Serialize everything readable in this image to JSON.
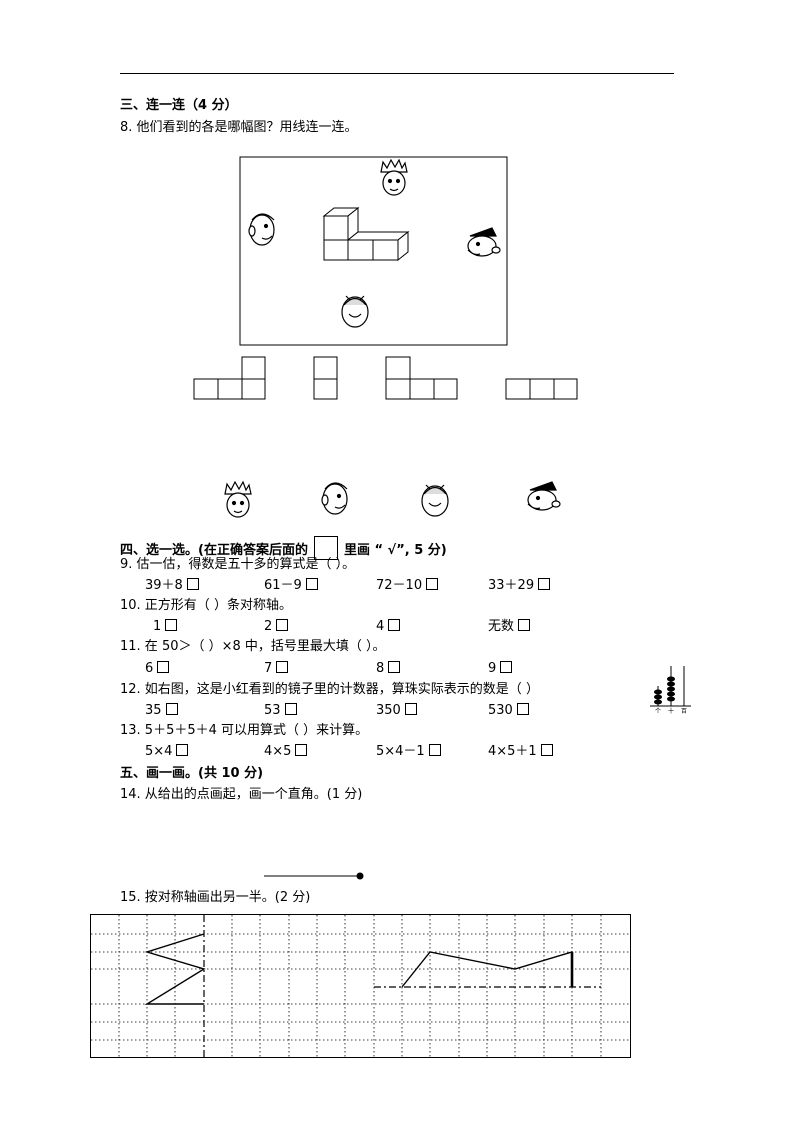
{
  "section3": {
    "title": "三、连一连（4 分）",
    "q8": "8.  他们看到的各是哪幅图？用线连一连。"
  },
  "section4": {
    "title_pre": "四、选一选。(在正确答案后面的",
    "title_post": "里画 “ √”, 5 分)",
    "q9": {
      "text": "9.  估一估，得数是五十多的算式是（      ）。",
      "options": [
        "39＋8",
        "61－9",
        "72－10",
        "33＋29"
      ]
    },
    "q10": {
      "text": "10.  正方形有（      ）条对称轴。",
      "options": [
        "1",
        "2",
        "4",
        "无数"
      ]
    },
    "q11": {
      "text": "11. 在 50＞（      ）×8 中，括号里最大填（      ）。",
      "options": [
        "6",
        "7",
        "8",
        "9"
      ]
    },
    "q12": {
      "text": "12. 如右图，这是小红看到的镜子里的计数器，算珠实际表示的数是（      ）",
      "options": [
        "35",
        "53",
        "350",
        "530"
      ],
      "abacus_labels": [
        "个",
        "十",
        "百"
      ]
    },
    "q13": {
      "text": "13. 5＋5＋5＋4 可以用算式（      ）来计算。",
      "options": [
        "5×4",
        "4×5",
        "5×4－1",
        "4×5＋1"
      ]
    }
  },
  "section5": {
    "title": "五、画一画。(共 10 分)",
    "q14": "14.  从给出的点画起，画一个直角。(1 分)",
    "q15": "15.  按对称轴画出另一半。(2 分)"
  }
}
